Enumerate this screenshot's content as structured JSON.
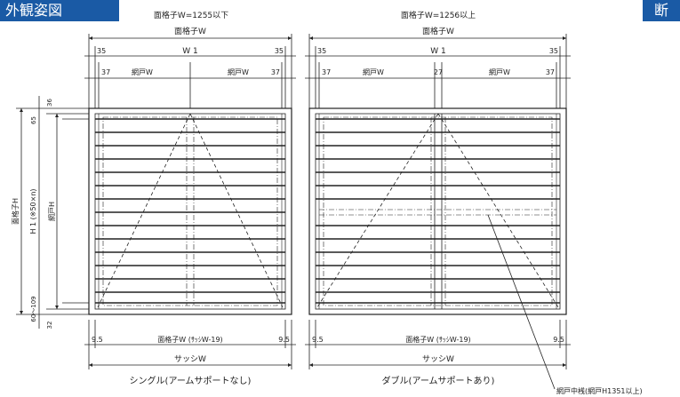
{
  "tabs": {
    "left": "外観姿図",
    "right": "断"
  },
  "single": {
    "heading": "面格子W=1255以下",
    "overall_width": "面格子W",
    "w1": "W 1",
    "dim_35_left": "35",
    "dim_35_right": "35",
    "dim_37_left": "37",
    "dim_37_right": "37",
    "net_w_left": "網戸W",
    "net_w_right": "網戸W",
    "bottom_left": "9.5",
    "bottom_right": "9.5",
    "bottom_mid": "面格子W (ｻｯｼW-19)",
    "sash_w": "サッシW",
    "caption": "シングル(アームサポートなし)"
  },
  "double": {
    "heading": "面格子W=1256以上",
    "overall_width": "面格子W",
    "w1": "W 1",
    "dim_35_left": "35",
    "dim_35_right": "35",
    "dim_37_left": "37",
    "dim_27_mid": "27",
    "dim_37_right": "37",
    "net_w_left": "網戸W",
    "net_w_right": "網戸W",
    "bottom_left": "9.5",
    "bottom_right": "9.5",
    "bottom_mid": "面格子W (ｻｯｼW-19)",
    "sash_w": "サッシW",
    "caption": "ダブル(アームサポートあり)"
  },
  "vertical": {
    "dim_36": "36",
    "dim_65": "65",
    "outer_h": "面格子H",
    "h1": "H 1 (※50×n)",
    "net_h": "網戸H",
    "dim_60_109": "60～109",
    "dim_32": "32"
  },
  "callout": "網戸中桟(網戸H1351以上)"
}
